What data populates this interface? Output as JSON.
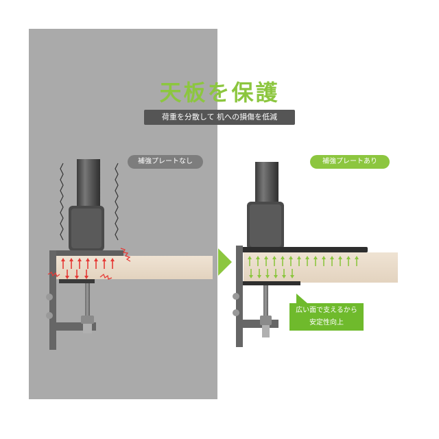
{
  "title": "天板を保護",
  "subtitle": "荷重を分散して 机への損傷を低減",
  "panels": {
    "without_plate": {
      "label": "補強プレートなし"
    },
    "with_plate": {
      "label": "補強プレートあり"
    }
  },
  "callout": {
    "line1": "広い面で支えるから",
    "line2": "安定性向上"
  },
  "colors": {
    "accent_green": "#8cc63f",
    "callout_green": "#6fba2c",
    "stress_red": "#e53935",
    "left_panel_gray": "#aaaaaa",
    "subtitle_bg": "#555555"
  },
  "icons": [
    "pressure-arrow-icon",
    "stress-burst-icon",
    "vibration-wave-icon",
    "direction-arrow-icon"
  ]
}
